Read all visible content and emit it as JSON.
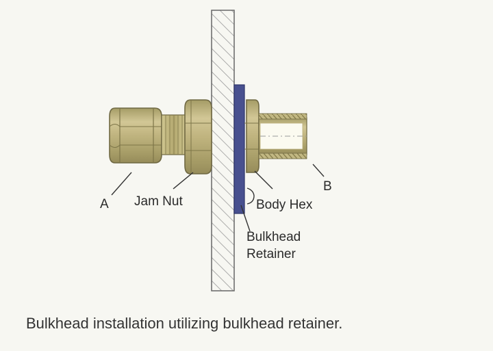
{
  "labels": {
    "a": "A",
    "b": "B",
    "jam_nut": "Jam Nut",
    "body_hex": "Body Hex",
    "retainer_line1": "Bulkhead",
    "retainer_line2": "Retainer"
  },
  "caption": "Bulkhead installation utilizing bulkhead retainer.",
  "colors": {
    "brass": "#b9ad78",
    "brass_dark": "#8f8656",
    "retainer": "#48508f",
    "wall_hatch": "#9a9a9a",
    "background": "#f7f7f2"
  }
}
